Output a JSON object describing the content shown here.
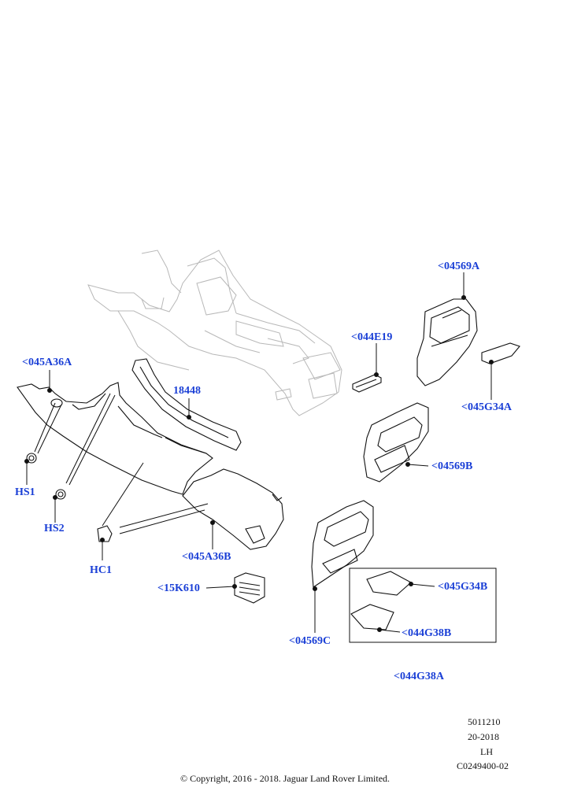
{
  "callouts": {
    "c045A36A_top": "<045A36A",
    "c18448": "18448",
    "c044E19": "<044E19",
    "c04569A": "<04569A",
    "c045G34A": "<045G34A",
    "c04569B": "<04569B",
    "cHS1": "HS1",
    "cHS2": "HS2",
    "cHC1": "HC1",
    "c045A36B": "<045A36B",
    "c15K610": "<15K610",
    "c045G34B": "<045G34B",
    "c04569C": "<04569C",
    "c044G38B": "<044G38B",
    "c044G38A": "<044G38A"
  },
  "meta": {
    "ref1": "5011210",
    "ref2": "20-2018",
    "ref3": "LH",
    "ref4": "C0249400-02"
  },
  "copyright": "© Copyright, 2016 - 2018. Jaguar Land Rover Limited.",
  "colors": {
    "callout": "#1a3fd6",
    "line": "#111111",
    "ghost": "#b8b8b8"
  }
}
